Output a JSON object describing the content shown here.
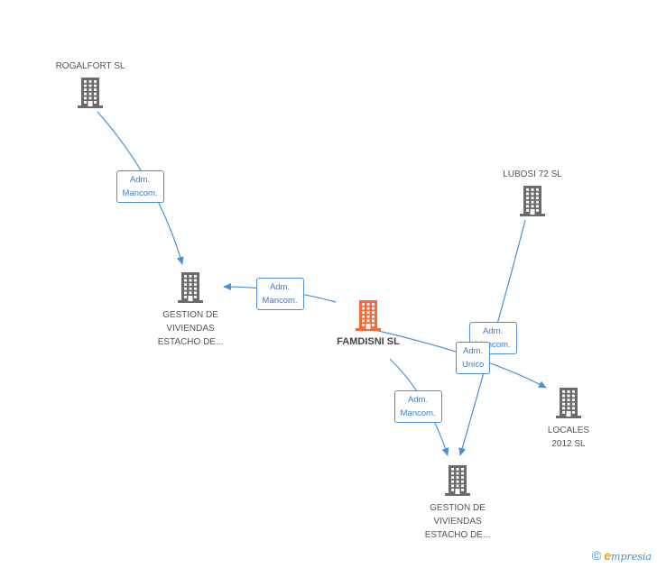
{
  "nodes": [
    {
      "id": "rogalfort",
      "lines": [
        "ROGALFORT SL"
      ],
      "color": "#6b6b6b",
      "center": false
    },
    {
      "id": "lubosi",
      "lines": [
        "LUBOSI 72 SL"
      ],
      "color": "#6b6b6b",
      "center": false
    },
    {
      "id": "gestion1",
      "lines": [
        "GESTION DE",
        "VIVIENDAS",
        "ESTACHO DE..."
      ],
      "color": "#6b6b6b",
      "center": false
    },
    {
      "id": "famdisni",
      "lines": [
        "FAMDISNI SL"
      ],
      "color": "#f26a35",
      "center": true
    },
    {
      "id": "locales",
      "lines": [
        "LOCALES",
        "2012 SL"
      ],
      "color": "#6b6b6b",
      "center": false
    },
    {
      "id": "gestion2",
      "lines": [
        "GESTION DE",
        "VIVIENDAS",
        "ESTACHO DE..."
      ],
      "color": "#6b6b6b",
      "center": false
    }
  ],
  "edges": [
    {
      "from": "rogalfort",
      "to": "gestion1",
      "label": [
        "Adm.",
        "Mancom."
      ]
    },
    {
      "from": "famdisni",
      "to": "gestion1",
      "label": [
        "Adm.",
        "Mancom."
      ]
    },
    {
      "from": "lubosi",
      "to": "gestion2",
      "label": [
        "Adm.",
        "Mancom."
      ]
    },
    {
      "from": "famdisni",
      "to": "locales",
      "label": [
        "Adm.",
        "Unico"
      ]
    },
    {
      "from": "famdisni",
      "to": "gestion2",
      "label": [
        "Adm.",
        "Mancom."
      ]
    }
  ],
  "colors": {
    "edge": "#4a90d9",
    "building": "#6b6b6b",
    "center_building": "#f26a35"
  },
  "footer": {
    "copyright": "©",
    "brand_initial": "e",
    "brand_rest": "mpresia"
  }
}
